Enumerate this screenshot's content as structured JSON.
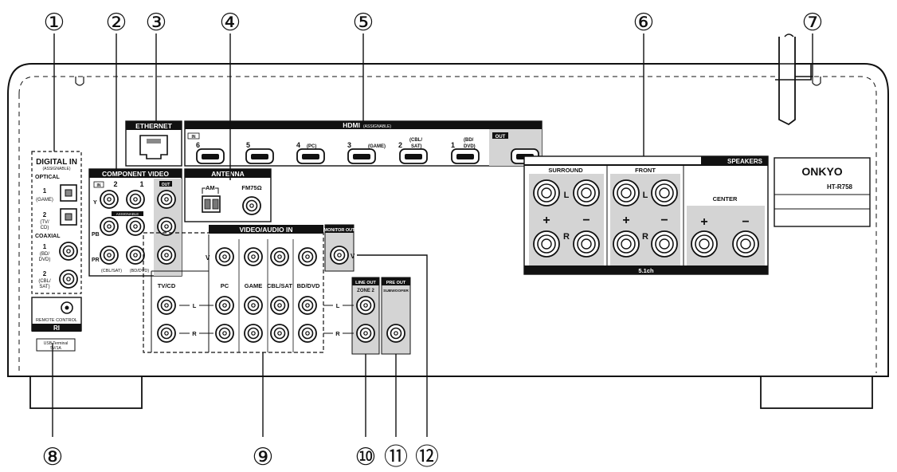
{
  "callouts": [
    "①",
    "②",
    "③",
    "④",
    "⑤",
    "⑥",
    "⑦",
    "⑧",
    "⑨",
    "⑩",
    "⑪",
    "⑫"
  ],
  "digital_in": {
    "title": "DIGITAL IN",
    "sub": "(ASSIGNABLE)",
    "optical": "OPTICAL",
    "opt1_num": "1",
    "opt1_name": "(GAME)",
    "opt2_num": "2",
    "opt2_name1": "(TV/",
    "opt2_name2": "CD)",
    "coaxial": "COAXIAL",
    "coax1_num": "1",
    "coax1_name1": "(BD/",
    "coax1_name2": "DVD)",
    "coax2_num": "2",
    "coax2_name1": "(CBL/",
    "coax2_name2": "SAT)"
  },
  "remote": {
    "label": "REMOTE CONTROL",
    "logo": "RI",
    "usb1": "USB Terminal",
    "usb2": "5V/1A"
  },
  "component": {
    "title": "COMPONENT VIDEO",
    "in": "IN",
    "out": "OUT",
    "c2": "2",
    "c1": "1",
    "assignable": "ASSIGNABLE",
    "y": "Y",
    "pb": "PB",
    "pr": "PR",
    "cbl": "(CBL/SAT)",
    "bd": "(BD/DVD)"
  },
  "ethernet": "ETHERNET",
  "antenna": {
    "title": "ANTENNA",
    "am": "AM",
    "fm": "FM75Ω"
  },
  "hdmi": {
    "title": "HDMI",
    "sub": "(ASSIGNABLE)",
    "in": "IN",
    "out": "OUT",
    "p6": "6",
    "p5": "5",
    "p4": "4",
    "p4n": "(PC)",
    "p3": "3",
    "p3n": "(GAME)",
    "p2": "2",
    "p2n1": "(CBL/",
    "p2n2": "SAT)",
    "p1": "1",
    "p1n1": "(BD/",
    "p1n2": "DVD)"
  },
  "video_audio": {
    "title": "VIDEO/AUDIO IN",
    "v": "V",
    "l": "L",
    "r": "R",
    "cols": [
      "TV/CD",
      "PC",
      "GAME",
      "CBL/SAT",
      "BD/DVD"
    ]
  },
  "monitor_out": {
    "title": "MONITOR OUT",
    "v": "V"
  },
  "line_out": {
    "title": "LINE OUT",
    "zone": "ZONE 2",
    "l": "L",
    "r": "R"
  },
  "pre_out": {
    "title": "PRE OUT",
    "sub": "SUBWOOFER"
  },
  "speakers": {
    "title": "SPEAKERS",
    "surround": "SURROUND",
    "front": "FRONT",
    "center": "CENTER",
    "l": "L",
    "r": "R",
    "plus": "+",
    "minus": "−",
    "bottom": "5.1ch"
  },
  "label": {
    "brand": "ONKYO",
    "model": "HT-R758"
  }
}
